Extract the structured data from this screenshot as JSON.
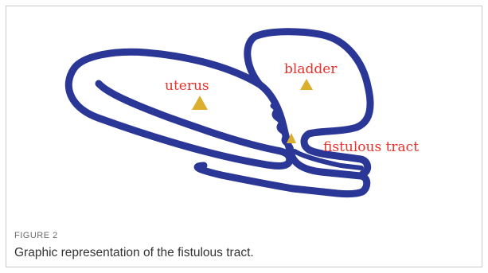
{
  "figure": {
    "label": "FIGURE 2",
    "caption": "Graphic representation of the fistulous tract."
  },
  "diagram": {
    "labels": {
      "uterus": "uterus",
      "bladder": "bladder",
      "fistulous_tract": "fistulous tract"
    },
    "colors": {
      "outline": "#2b3796",
      "label_text": "#e8312a",
      "marker": "#dbae2d",
      "frame_border": "#c9c9c9"
    },
    "marker_shape": "triangle"
  }
}
